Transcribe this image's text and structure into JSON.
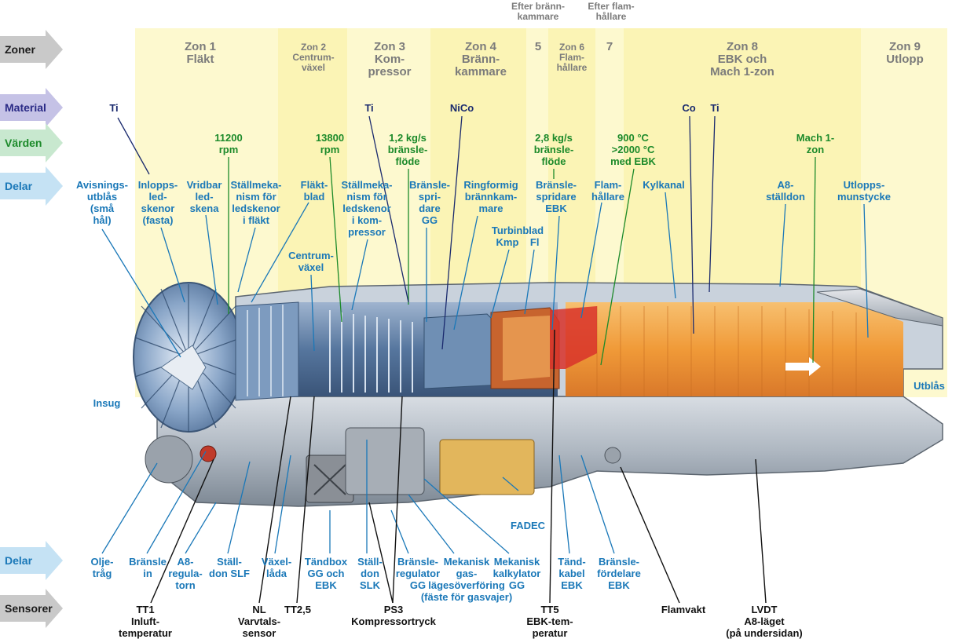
{
  "rows": {
    "zoner": "Zoner",
    "material": "Material",
    "varden": "Värden",
    "delar_top": "Delar",
    "delar_bottom": "Delar",
    "sensorer": "Sensorer"
  },
  "zones": {
    "z1": "Zon 1\nFläkt",
    "z2": "Zon 2\nCentrum-\nväxel",
    "z3": "Zon 3\nKom-\npressor",
    "z4": "Zon 4\nBränn-\nkammare",
    "z5": "5",
    "efter_brannkammare": "Efter bränn-\nkammare",
    "z6": "Zon 6\nFlam-\nhållare",
    "efter_flamhallare": "Efter flam-\nhållare",
    "z7": "7",
    "z8": "Zon 8\nEBK och\nMach 1-zon",
    "z9": "Zon 9\nUtlopp"
  },
  "materials": {
    "ti1": "Ti",
    "ti2": "Ti",
    "nico": "NiCo",
    "co": "Co",
    "ti3": "Ti"
  },
  "values": {
    "rpm_fan": "11200\nrpm",
    "rpm_core": "13800\nrpm",
    "fuel_gg": "1,2 kg/s\nbränsle-\nflöde",
    "fuel_ebk": "2,8 kg/s\nbränsle-\nflöde",
    "temp": "900 °C\n>2000 °C\nmed EBK",
    "mach": "Mach 1-\nzon"
  },
  "parts_top": {
    "avisning": "Avisnings-\nutblås\n(små\nhål)",
    "inlopp": "Inlopps-\nled-\nskenor\n(fasta)",
    "vridbar": "Vridbar\nled-\nskena",
    "stallmek_flakt": "Ställmeka-\nnism för\nledskenor\ni fläkt",
    "flaktblad": "Fläkt-\nblad",
    "stallmek_komp": "Ställmeka-\nnism för\nledskenor\ni kom-\npressor",
    "spridare_gg": "Bränsle-\nspri-\ndare\nGG",
    "ringformig": "Ringformig\nbrännkam-\nmare",
    "spridare_ebk": "Bränsle-\nspridare\nEBK",
    "flamhallare": "Flam-\nhållare",
    "kylkanal": "Kylkanal",
    "a8": "A8-\nställdon",
    "utlopp": "Utlopps-\nmunstycke",
    "centrumvaxel": "Centrum-\nväxel",
    "turbinblad": "Turbinblad\nKmp    Fl",
    "insug": "Insug",
    "utblas": "Utblås",
    "fadec": "FADEC"
  },
  "parts_bottom": {
    "oljetrag": "Olje-\ntråg",
    "bransle_in": "Bränsle\nin",
    "a8reg": "A8-\nregula-\ntorn",
    "stalldon_slf": "Ställ-\ndon SLF",
    "vaxellada": "Växel-\nlåda",
    "tandbox": "Tändbox\nGG och\nEBK",
    "stalldon_slk": "Ställ-\ndon\nSLK",
    "regulator": "Bränsle-\nregulator\nGG",
    "mek_gas": "Mekanisk\ngas-\nlägesöverföring\n(fäste för gasvajer)",
    "mek_kalk": "Mekanisk\nkalkylator\nGG",
    "tandkabel": "Tänd-\nkabel\nEBK",
    "fordelare": "Bränsle-\nfördelare\nEBK"
  },
  "sensors": {
    "tt1": "TT1\nInluft-\ntemperatur",
    "nl": "NL\nVarvtals-\nsensor",
    "tt25": "TT2,5",
    "ps3": "PS3\nKompressortryck",
    "tt5": "TT5\nEBK-tem-\nperatur",
    "flamvakt": "Flamvakt",
    "lvdt": "LVDT\nA8-läget\n(på undersidan)"
  },
  "colors": {
    "zone_fill": "#fdf9cf",
    "zone_fill_alt": "#fbf4b5",
    "label_blue": "#1a78b8",
    "value_green": "#1c8a2a",
    "material_navy": "#1a2a6e",
    "engine_steel": "#8fa6c2",
    "afterburner_orange": "#f0a040"
  }
}
